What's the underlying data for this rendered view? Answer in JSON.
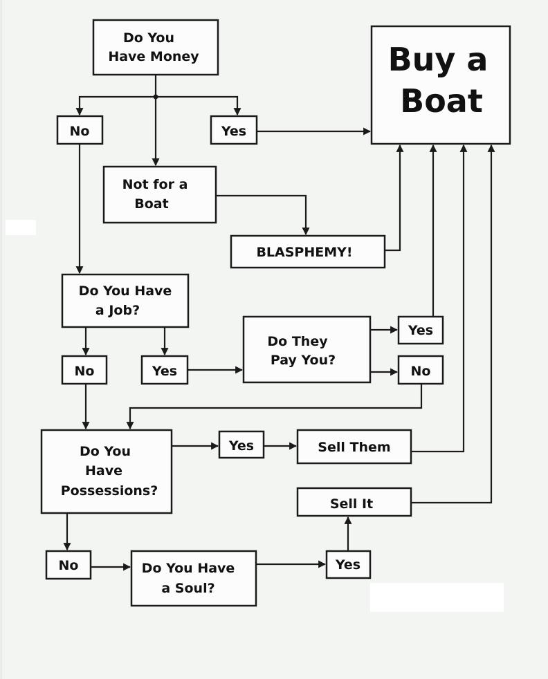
{
  "title": "Buy a Boat flowchart",
  "nodes": {
    "money": [
      "Do You",
      "Have Money"
    ],
    "boat": [
      "Buy a",
      "Boat"
    ],
    "no1": "No",
    "yes1": "Yes",
    "notboat": [
      "Not for a",
      "Boat"
    ],
    "blasphemy": "BLASPHEMY!",
    "job": [
      "Do You Have",
      "a Job?"
    ],
    "pay": [
      "Do They",
      "Pay You?"
    ],
    "yes2": "Yes",
    "no2": "No",
    "yes3": "Yes",
    "no3": "No",
    "poss": [
      "Do You",
      "Have",
      "Possessions?"
    ],
    "yes4": "Yes",
    "sellthem": "Sell Them",
    "sellit": "Sell It",
    "no4": "No",
    "soul": [
      "Do You Have",
      "a Soul?"
    ],
    "yes5": "Yes"
  },
  "colors": {
    "background": "#f3f5f2",
    "line": "#1a1a1a"
  }
}
